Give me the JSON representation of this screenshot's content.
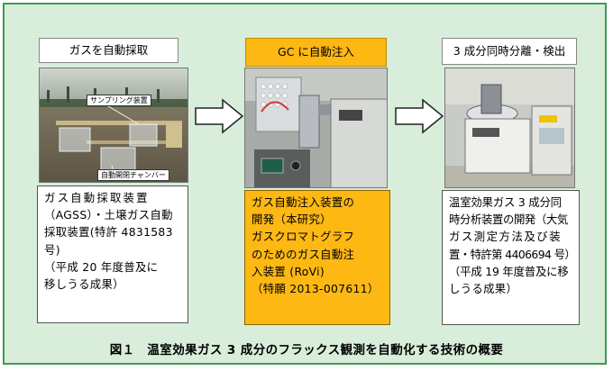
{
  "panels": {
    "left": {
      "title": "ガスを自動採取",
      "photo_labels": [
        "サンプリング装置",
        "自動開閉チャンバー"
      ],
      "description": [
        "ガス自動採取装置",
        "（AGSS）・土壌ガス自動",
        "採取装置(特許 4831583",
        "号)",
        "（平成 20 年度普及に",
        "移しうる成果）"
      ]
    },
    "middle": {
      "title": "GC に自動注入",
      "description": [
        "ガス自動注入装置の",
        "開発（本研究）",
        "ガスクロマトグラフ",
        "のためのガス自動注",
        "入装置 (RoVi)",
        "（特願 2013-007611）"
      ]
    },
    "right": {
      "title": "3 成分同時分離・検出",
      "description": [
        "温室効果ガス 3 成分同",
        "時分析装置の開発（大気",
        "ガス測定方法及び装",
        "置・特許第 4406694 号）",
        "（平成 19 年度普及に移",
        "しうる成果）"
      ]
    }
  },
  "caption": "図１　温室効果ガス 3 成分のフラックス観測を自動化する技術の概要",
  "colors": {
    "background": "#d8eeda",
    "border": "#3e9a55",
    "highlight": "#fdb813"
  }
}
